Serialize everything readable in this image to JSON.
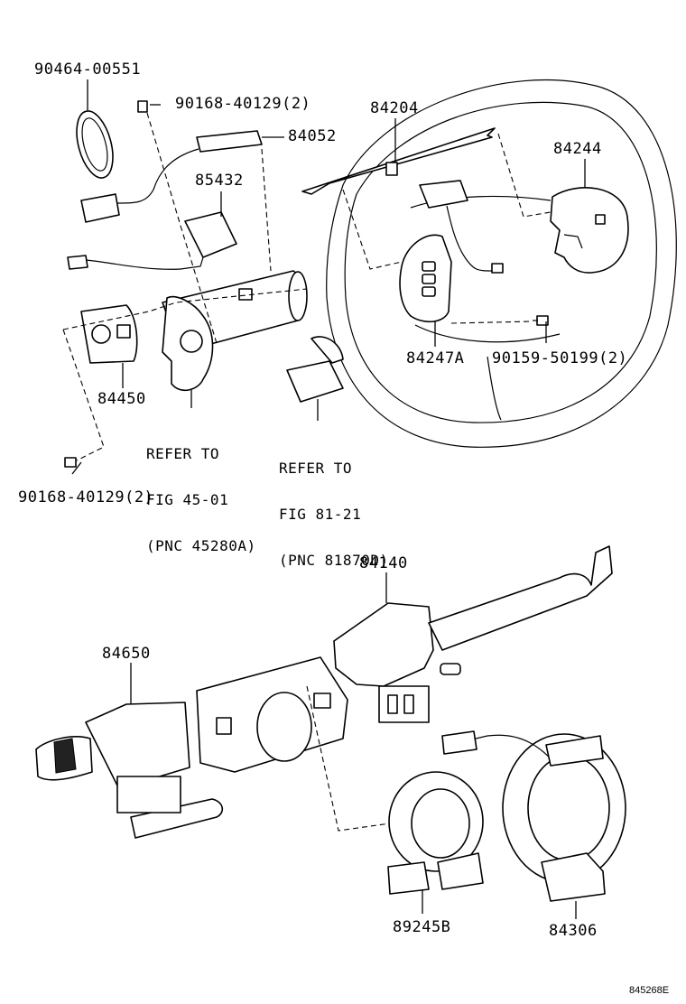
{
  "labels": {
    "p90464_00551": "90464-00551",
    "p90168_40129_top": "90168-40129(2)",
    "p84052": "84052",
    "p85432": "85432",
    "p84204": "84204",
    "p84244": "84244",
    "p84450": "84450",
    "p84247a": "84247A",
    "p90159_50199": "90159-50199(2)",
    "p90168_40129_bottom": "90168-40129(2)",
    "p84140": "84140",
    "p84650": "84650",
    "p89245b": "89245B",
    "p84306": "84306"
  },
  "references": [
    {
      "line1": "REFER TO",
      "line2": "FIG 45-01",
      "line3": "(PNC 45280A)"
    },
    {
      "line1": "REFER TO",
      "line2": "FIG 81-21",
      "line3": "(PNC 81870D)"
    }
  ],
  "figure_code": "845268E"
}
